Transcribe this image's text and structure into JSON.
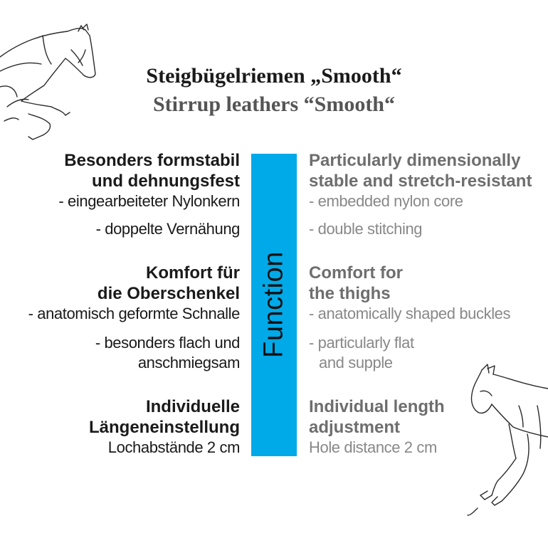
{
  "title": {
    "german": "Steigbügelriemen „Smooth“",
    "english": "Stirrup leathers “Smooth“"
  },
  "bar_label": "Function",
  "colors": {
    "bar": "#00a9e8"
  },
  "german": {
    "block1": {
      "heading1": "Besonders formstabil",
      "heading2": "und dehnungsfest",
      "point1": "- eingearbeiteter Nylonkern",
      "point2": "- doppelte Vernähung"
    },
    "block2": {
      "heading1": "Komfort für",
      "heading2": "die Oberschenkel",
      "point1": "- anatomisch geformte Schnalle",
      "point2_line1": "- besonders flach und",
      "point2_line2": "anschmiegsam"
    },
    "block3": {
      "heading1": "Individuelle",
      "heading2": "Längeneinstellung",
      "detail": "Lochabstände 2 cm"
    }
  },
  "english": {
    "block1": {
      "heading1": "Particularly dimensionally",
      "heading2": "stable and stretch-resistant",
      "point1": "- embedded nylon core",
      "point2": "- double stitching"
    },
    "block2": {
      "heading1": "Comfort for",
      "heading2": "the thighs",
      "point1": "- anatomically shaped buckles",
      "point2_line1": "- particularly flat",
      "point2_line2": "and supple"
    },
    "block3": {
      "heading1": "Individual length",
      "heading2": "adjustment",
      "detail": "Hole distance 2 cm"
    }
  },
  "illustrations": [
    "jumping-horse-sketch-top-left",
    "jumping-horse-sketch-bottom-right"
  ]
}
